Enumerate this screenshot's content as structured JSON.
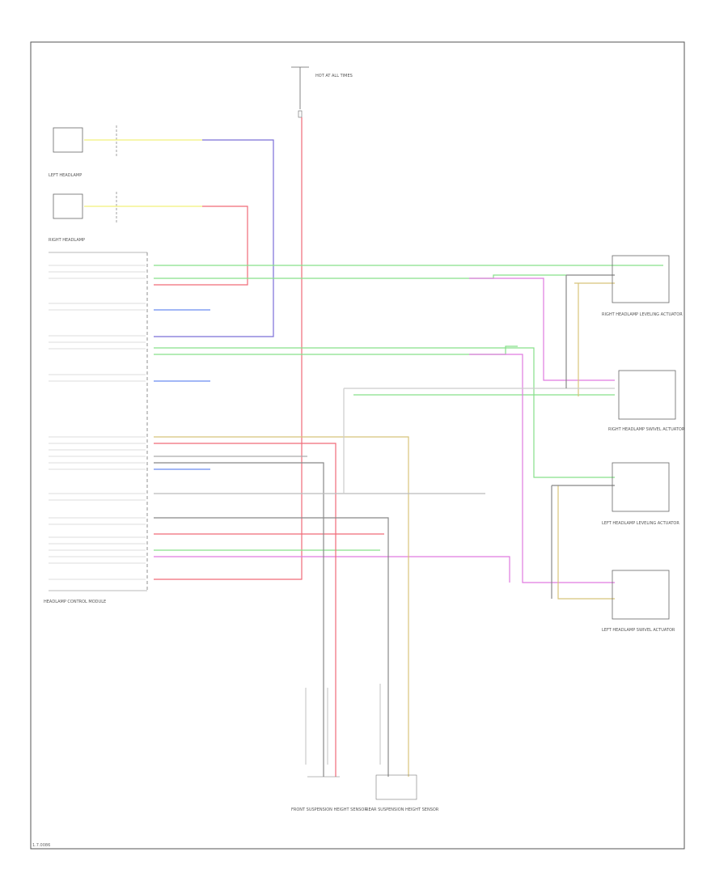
{
  "diagram": {
    "footer_code": "1.7.0086",
    "components": {
      "top_fuse": "HOT AT ALL TIMES",
      "left_headlamp_top": "LEFT HEADLAMP",
      "right_headlamp_top": "RIGHT HEADLAMP",
      "module": "HEADLAMP CONTROL MODULE",
      "right_actuator_1": "RIGHT HEADLAMP LEVELING ACTUATOR",
      "right_actuator_2": "RIGHT HEADLAMP SWIVEL ACTUATOR",
      "left_actuator_1": "LEFT HEADLAMP LEVELING ACTUATOR",
      "left_actuator_2": "LEFT HEADLAMP SWIVEL ACTUATOR",
      "front_sensor": "FRONT SUSPENSION HEIGHT SENSOR",
      "rear_sensor": "REAR SUSPENSION HEIGHT SENSOR"
    },
    "colors": {
      "yellow": "#f2f07a",
      "purple": "#7b6fd8",
      "red": "#f06a78",
      "green": "#86e08a",
      "magenta": "#e07ae0",
      "tan": "#d8c47a",
      "gray": "#888888",
      "blue": "#6a8cf0",
      "frame": "#555555"
    }
  }
}
